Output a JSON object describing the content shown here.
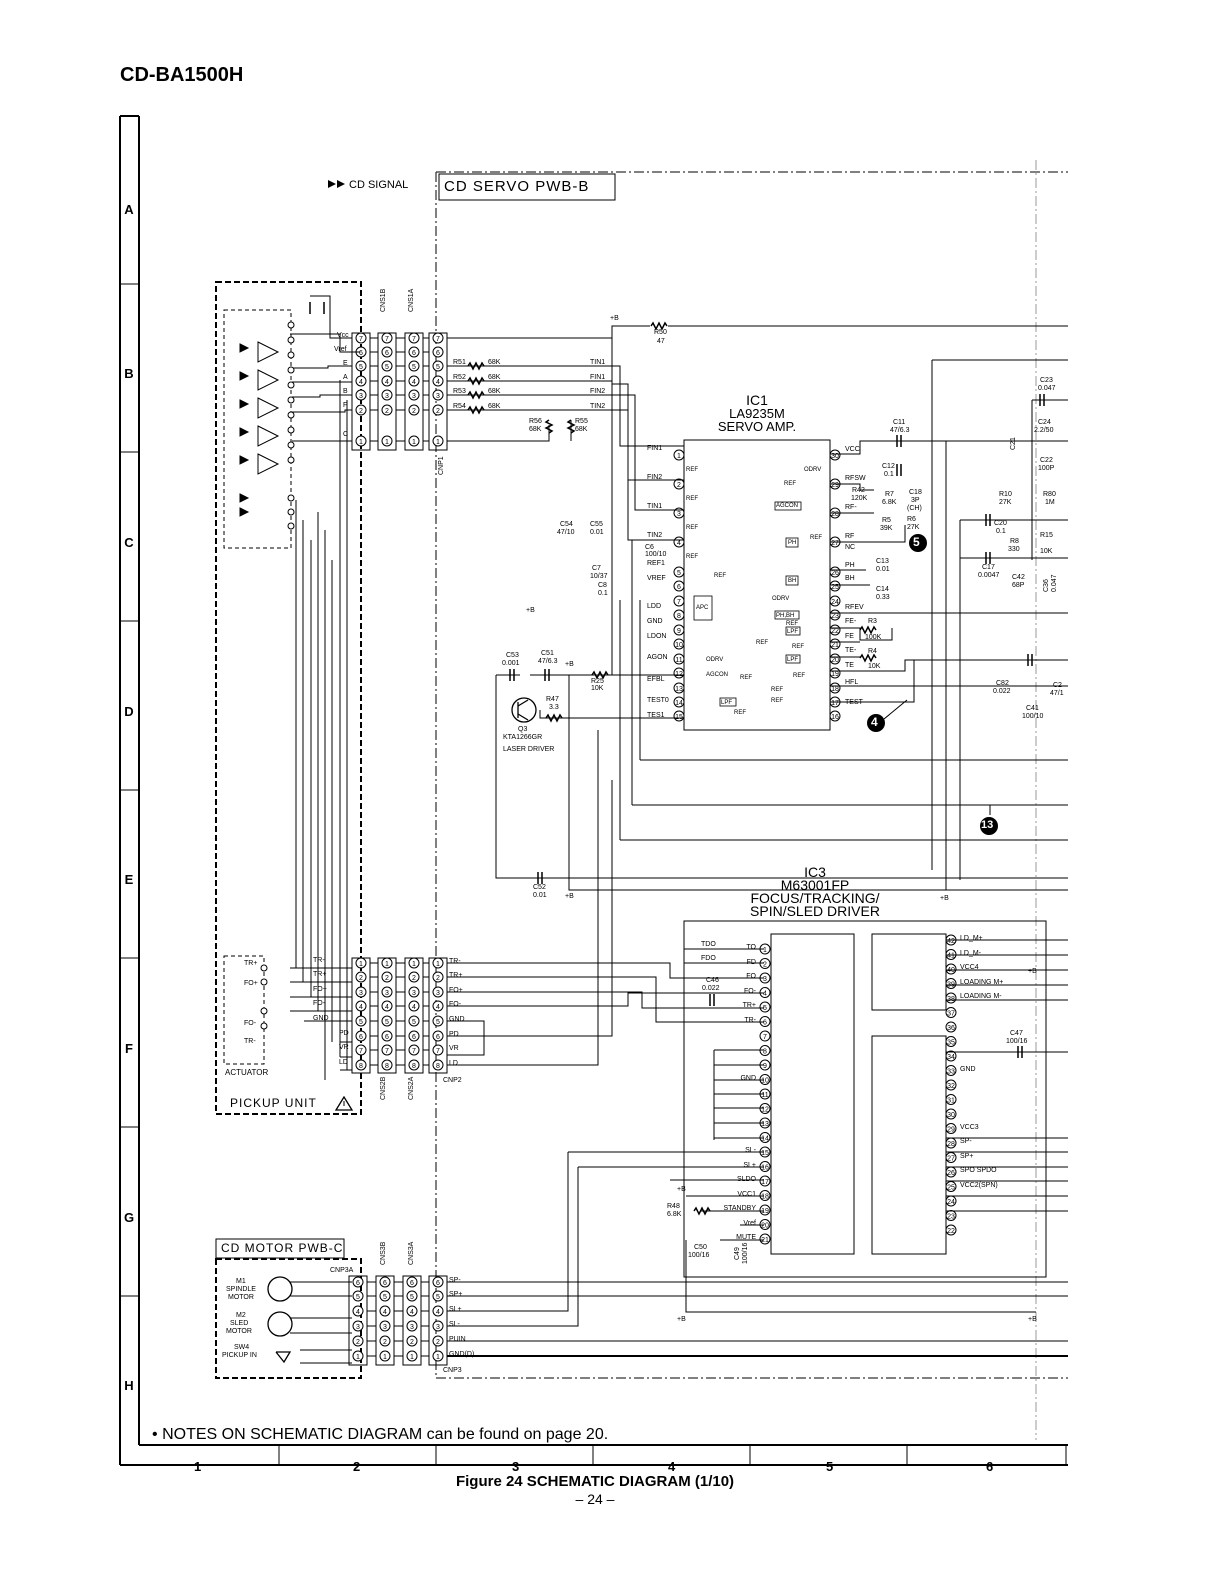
{
  "header": {
    "model": "CD-BA1500H"
  },
  "grid": {
    "rows": [
      "A",
      "B",
      "C",
      "D",
      "E",
      "F",
      "G",
      "H"
    ],
    "cols": [
      "1",
      "2",
      "3",
      "4",
      "5",
      "6"
    ]
  },
  "boards": {
    "servo": "CD SERVO PWB-B",
    "signal": "CD SIGNAL",
    "pickup": "PICKUP UNIT",
    "motor": "CD MOTOR PWB-C",
    "actuator": "ACTUATOR"
  },
  "connectors": {
    "cns1b": "CNS1B",
    "cns1a": "CNS1A",
    "cnp1": "CNP1",
    "cns2b": "CNS2B",
    "cns2a": "CNS2A",
    "cnp2": "CNP2",
    "cns3b": "CNS3B",
    "cns3a": "CNS3A",
    "cnp3": "CNP3",
    "cnp3a": "CNP3A"
  },
  "ic1": {
    "ref": "IC1",
    "part": "LA9235M",
    "func": "SERVO AMP."
  },
  "ic3": {
    "ref": "IC3",
    "part": "M63001FP",
    "func1": "FOCUS/TRACKING/",
    "func2": "SPIN/SLED DRIVER"
  },
  "q3": {
    "ref": "Q3",
    "part": "KTA1266GR",
    "func": "LASER DRIVER"
  },
  "pickup_pins": [
    "Vcc",
    "Vref",
    "E",
    "A",
    "B",
    "F",
    "C"
  ],
  "cnp1_signals": [
    "TIN1",
    "FIN1",
    "FIN2",
    "TIN2"
  ],
  "resistors_in": [
    {
      "ref": "R51",
      "val": "68K"
    },
    {
      "ref": "R52",
      "val": "68K"
    },
    {
      "ref": "R53",
      "val": "68K"
    },
    {
      "ref": "R54",
      "val": "68K"
    }
  ],
  "ic1_left": [
    "FIN1",
    "FIN2",
    "TIN1",
    "TIN2",
    "REF1",
    "VREF",
    "LDD",
    "GND",
    "LDON",
    "AGON",
    "EFBL",
    "TEST0",
    "TES1"
  ],
  "ic1_left_pins": [
    "1",
    "2",
    "3",
    "4",
    "5",
    "6",
    "7",
    "8",
    "9",
    "10",
    "11",
    "12",
    "13",
    "14",
    "15"
  ],
  "ic1_right": [
    "VCC",
    "RFSW",
    "RF-",
    "RF",
    "NC",
    "PH",
    "BH",
    "RFEV",
    "FE-",
    "FE",
    "TE-",
    "TE",
    "HFL",
    "TEST"
  ],
  "ic1_right_pins": [
    "30",
    "29",
    "28",
    "27",
    "26",
    "25",
    "24",
    "23",
    "22",
    "21",
    "20",
    "19",
    "18",
    "17",
    "16"
  ],
  "ic3_left": [
    "TO",
    "FD",
    "FO",
    "FO-",
    "TR+",
    "TR-",
    "",
    "",
    "",
    "GND",
    "",
    "",
    "",
    "",
    "SL-",
    "SL+",
    "SLDO",
    "VCC1",
    "STANDBY",
    "Vref",
    "MUTE"
  ],
  "ic3_right": [
    "LD_M+",
    "LD_M-",
    "VCC4",
    "LOADING M+",
    "LOADING M-",
    "",
    "",
    "",
    "",
    "GND",
    "",
    "",
    "",
    "VCC3",
    "SP-",
    "SP+",
    "SPO SPDO",
    "VCC2(SPN)",
    ""
  ],
  "cnp2_signals": [
    "TR-",
    "TR+",
    "FO+",
    "FO-",
    "GND",
    "PD",
    "VR",
    "LD"
  ],
  "cnp3_signals": [
    "SP-",
    "SP+",
    "SL+",
    "SL-",
    "PUIN",
    "GND(D)"
  ],
  "actuator_pins": [
    "TR+",
    "FO+",
    "FO-",
    "TR-"
  ],
  "pickup_side": [
    "TR-",
    "TR+",
    "FO+",
    "FO-",
    "GND",
    "PD",
    "VR",
    "LD"
  ],
  "motor": {
    "m1": "M1",
    "m1a": "SPINDLE",
    "m1b": "MOTOR",
    "m2": "M2",
    "m2a": "SLED",
    "m2b": "MOTOR",
    "sw4": "SW4",
    "sw4a": "PICKUP IN"
  },
  "parts": {
    "r50": "R50",
    "r50v": "47",
    "plusb": "+B",
    "r56": "R56",
    "r56v": "68K",
    "r55": "R55",
    "r55v": "68K",
    "c54": "C54",
    "c54v": "47/10",
    "c55": "C55",
    "c55v": "0.01",
    "c6": "C6",
    "c6v": "100/10",
    "c7": "C7",
    "c7v": "10/37",
    "c8": "C8",
    "c8v": "0.1",
    "c53": "C53",
    "c53v": "0.001",
    "c51": "C51",
    "c51v": "47/6.3",
    "r25": "R25",
    "r25v": "10K",
    "r47": "R47",
    "r47v": "3.3",
    "c52": "C52",
    "c52v": "0.01",
    "c11": "C11",
    "c11v": "47/6.3",
    "c12": "C12",
    "c12v": "0.1",
    "r42": "R42",
    "r42v": "120K",
    "r7": "R7",
    "r7v": "6.8K",
    "c18": "C18",
    "c18v": "3P",
    "c18n": "(CH)",
    "r5": "R5",
    "r5v": "39K",
    "r6": "R6",
    "r6v": "27K",
    "c13": "C13",
    "c13v": "0.01",
    "c14": "C14",
    "c14v": "0.33",
    "r3": "R3",
    "r3v": "100K",
    "r4": "R4",
    "r4v": "10K",
    "c23": "C23",
    "c23v": "0.047",
    "c24": "C24",
    "c24v": "2.2/50",
    "c22": "C22",
    "c22v": "100P",
    "c21": "C21",
    "r10": "R10",
    "r10v": "27K",
    "r80": "R80",
    "r80v": "1M",
    "c20": "C20",
    "c20v": "0.1",
    "r8": "R8",
    "r8v": "330",
    "r15": "R15",
    "r15v": "10K",
    "c17": "C17",
    "c17v": "0.0047",
    "c42": "C42",
    "c42v": "68P",
    "c36": "C36",
    "c36v": "0.047",
    "c82": "C82",
    "c82v": "0.022",
    "c41": "C41",
    "c41v": "100/10",
    "c2x": "C2",
    "c2xv": "47/1",
    "c46": "C46",
    "c46v": "0.022",
    "c47": "C47",
    "c47v": "100/16",
    "r48": "R48",
    "r48v": "6.8K",
    "c50": "C50",
    "c50v": "100/16",
    "c49": "C49",
    "c49v": "100/16",
    "tdo": "TDO",
    "fdo": "FDO"
  },
  "blocks": {
    "apc": "APC",
    "agcon": "AGCON",
    "ph": "PH",
    "bh": "BH",
    "phbh": "PH,BH",
    "lpf": "LPF",
    "odrv": "ODRV",
    "ref": "REF"
  },
  "markers": {
    "m4": "4",
    "m5": "5",
    "m13": "13"
  },
  "footer": {
    "note_bullet": "•",
    "note": "NOTES ON SCHEMATIC DIAGRAM can be found on page 20.",
    "figure": "Figure 24 SCHEMATIC DIAGRAM (1/10)",
    "page": "– 24 –"
  }
}
